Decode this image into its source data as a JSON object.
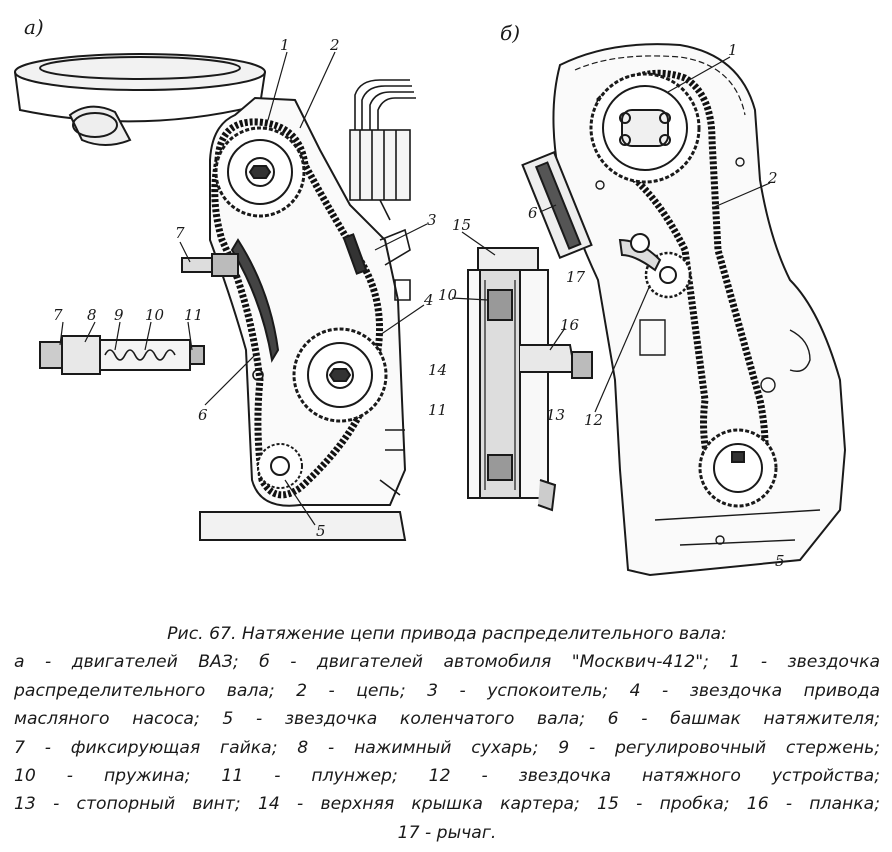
{
  "panels": {
    "a": "а)",
    "b": "б)"
  },
  "labels_a": [
    "1",
    "2",
    "3",
    "4",
    "5",
    "6",
    "7",
    "7",
    "8",
    "9",
    "10",
    "11"
  ],
  "labels_mid": [
    "15",
    "10",
    "14",
    "11",
    "16",
    "13"
  ],
  "labels_b": [
    "1",
    "2",
    "6",
    "17",
    "12",
    "5"
  ],
  "caption": {
    "title": "Рис. 67. Натяжение цепи привода распределительного вала:",
    "lines": [
      "а - двигателей ВАЗ; б - двигателей автомобиля \"Москвич-412\"; 1 - звездочка",
      "распределительного вала; 2 - цепь; 3 - успокоитель; 4 - звездочка привода",
      "масляного насоса; 5 - звездочка коленчатого вала; 6 - башмак натяжителя;",
      "7 - фиксирующая гайка; 8 - нажимный сухарь; 9 - регулировочный стержень;",
      "10 - пружина; 11 - плунжер; 12 - звездочка натяжного устройства;",
      "13 - стопорный винт; 14 - верхняя крышка картера; 15 - пробка; 16 - планка;"
    ],
    "last_line": "17 - рычаг."
  }
}
